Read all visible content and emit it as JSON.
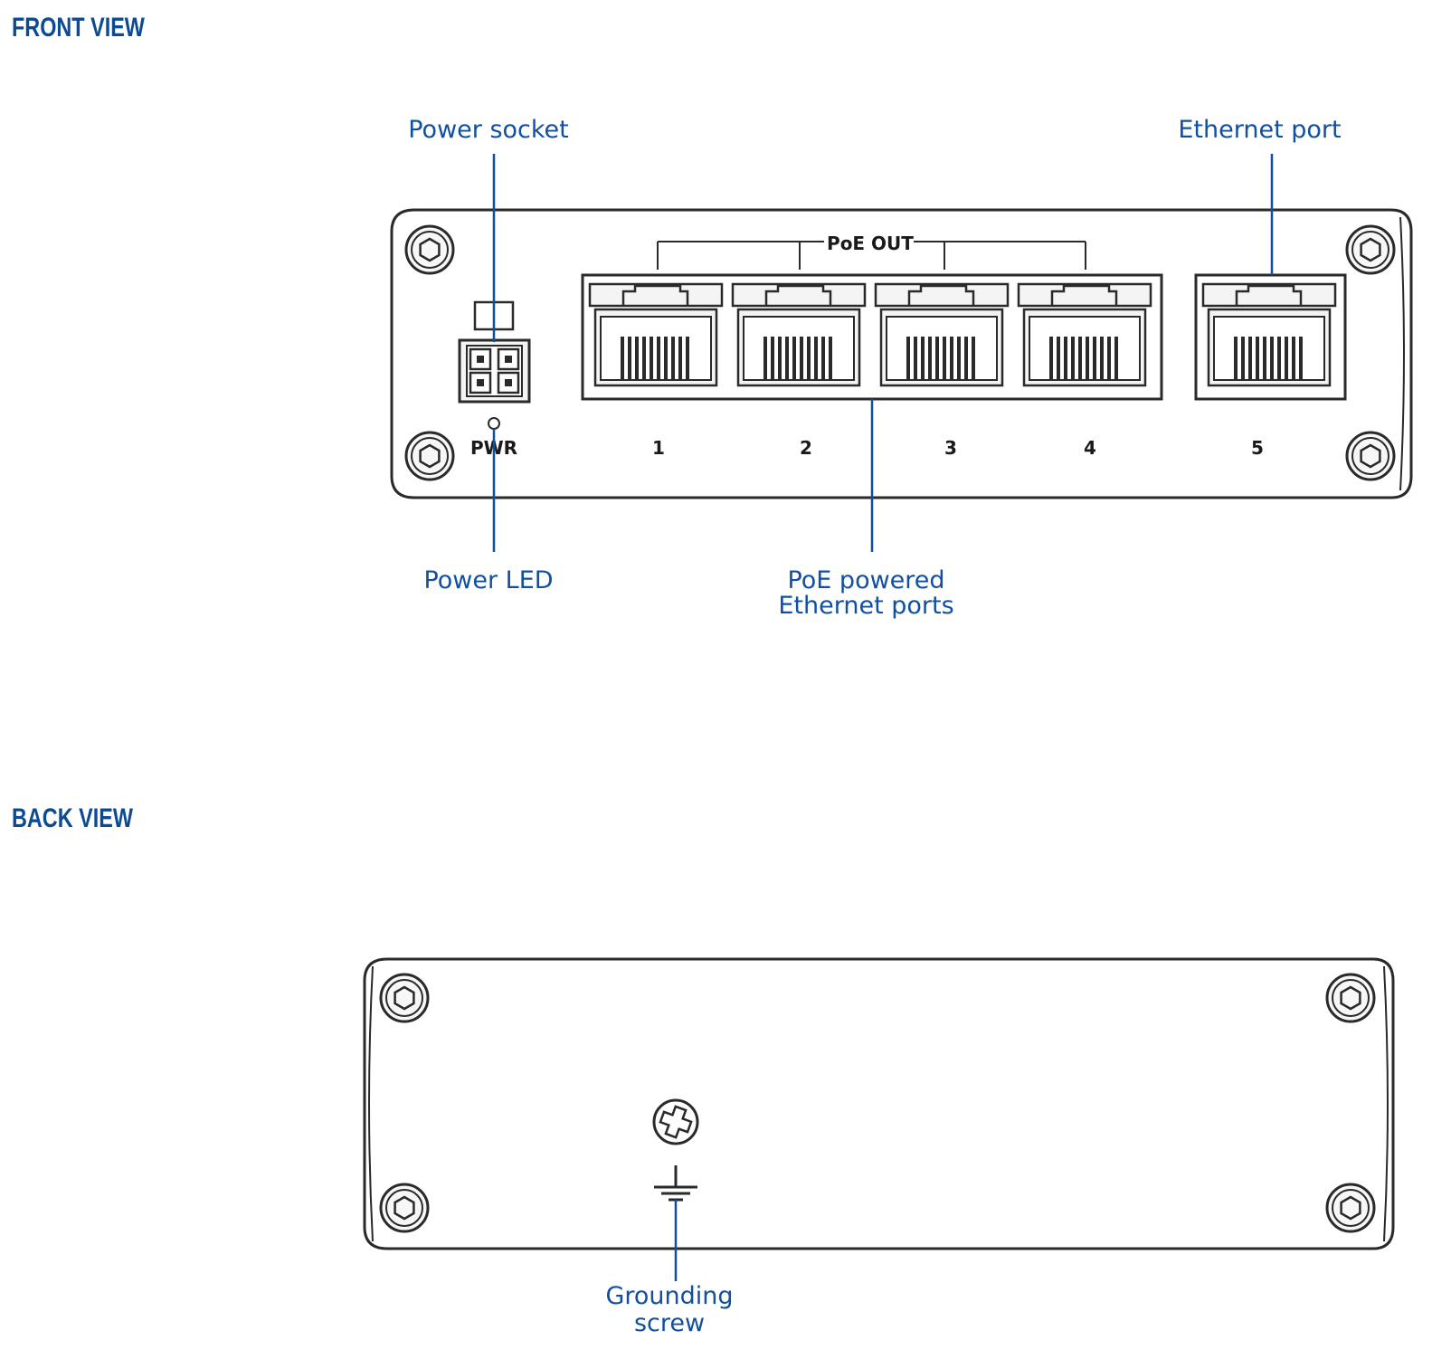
{
  "front": {
    "title": "FRONT VIEW",
    "callouts": {
      "power_socket": "Power socket",
      "ethernet_port": "Ethernet port",
      "power_led": "Power LED",
      "poe_ports": [
        "PoE powered",
        "Ethernet ports"
      ]
    },
    "device": {
      "poe_out_label": "PoE OUT",
      "pwr_label": "PWR",
      "port_numbers": [
        "1",
        "2",
        "3",
        "4",
        "5"
      ]
    }
  },
  "back": {
    "title": "BACK VIEW",
    "callouts": {
      "grounding_screw": [
        "Grounding",
        "screw"
      ]
    }
  },
  "colors": {
    "accent_blue": "#1150a0",
    "title_blue": "#0d4a94",
    "device_line": "#2a2a2a",
    "device_fill": "#f4f4f4"
  }
}
